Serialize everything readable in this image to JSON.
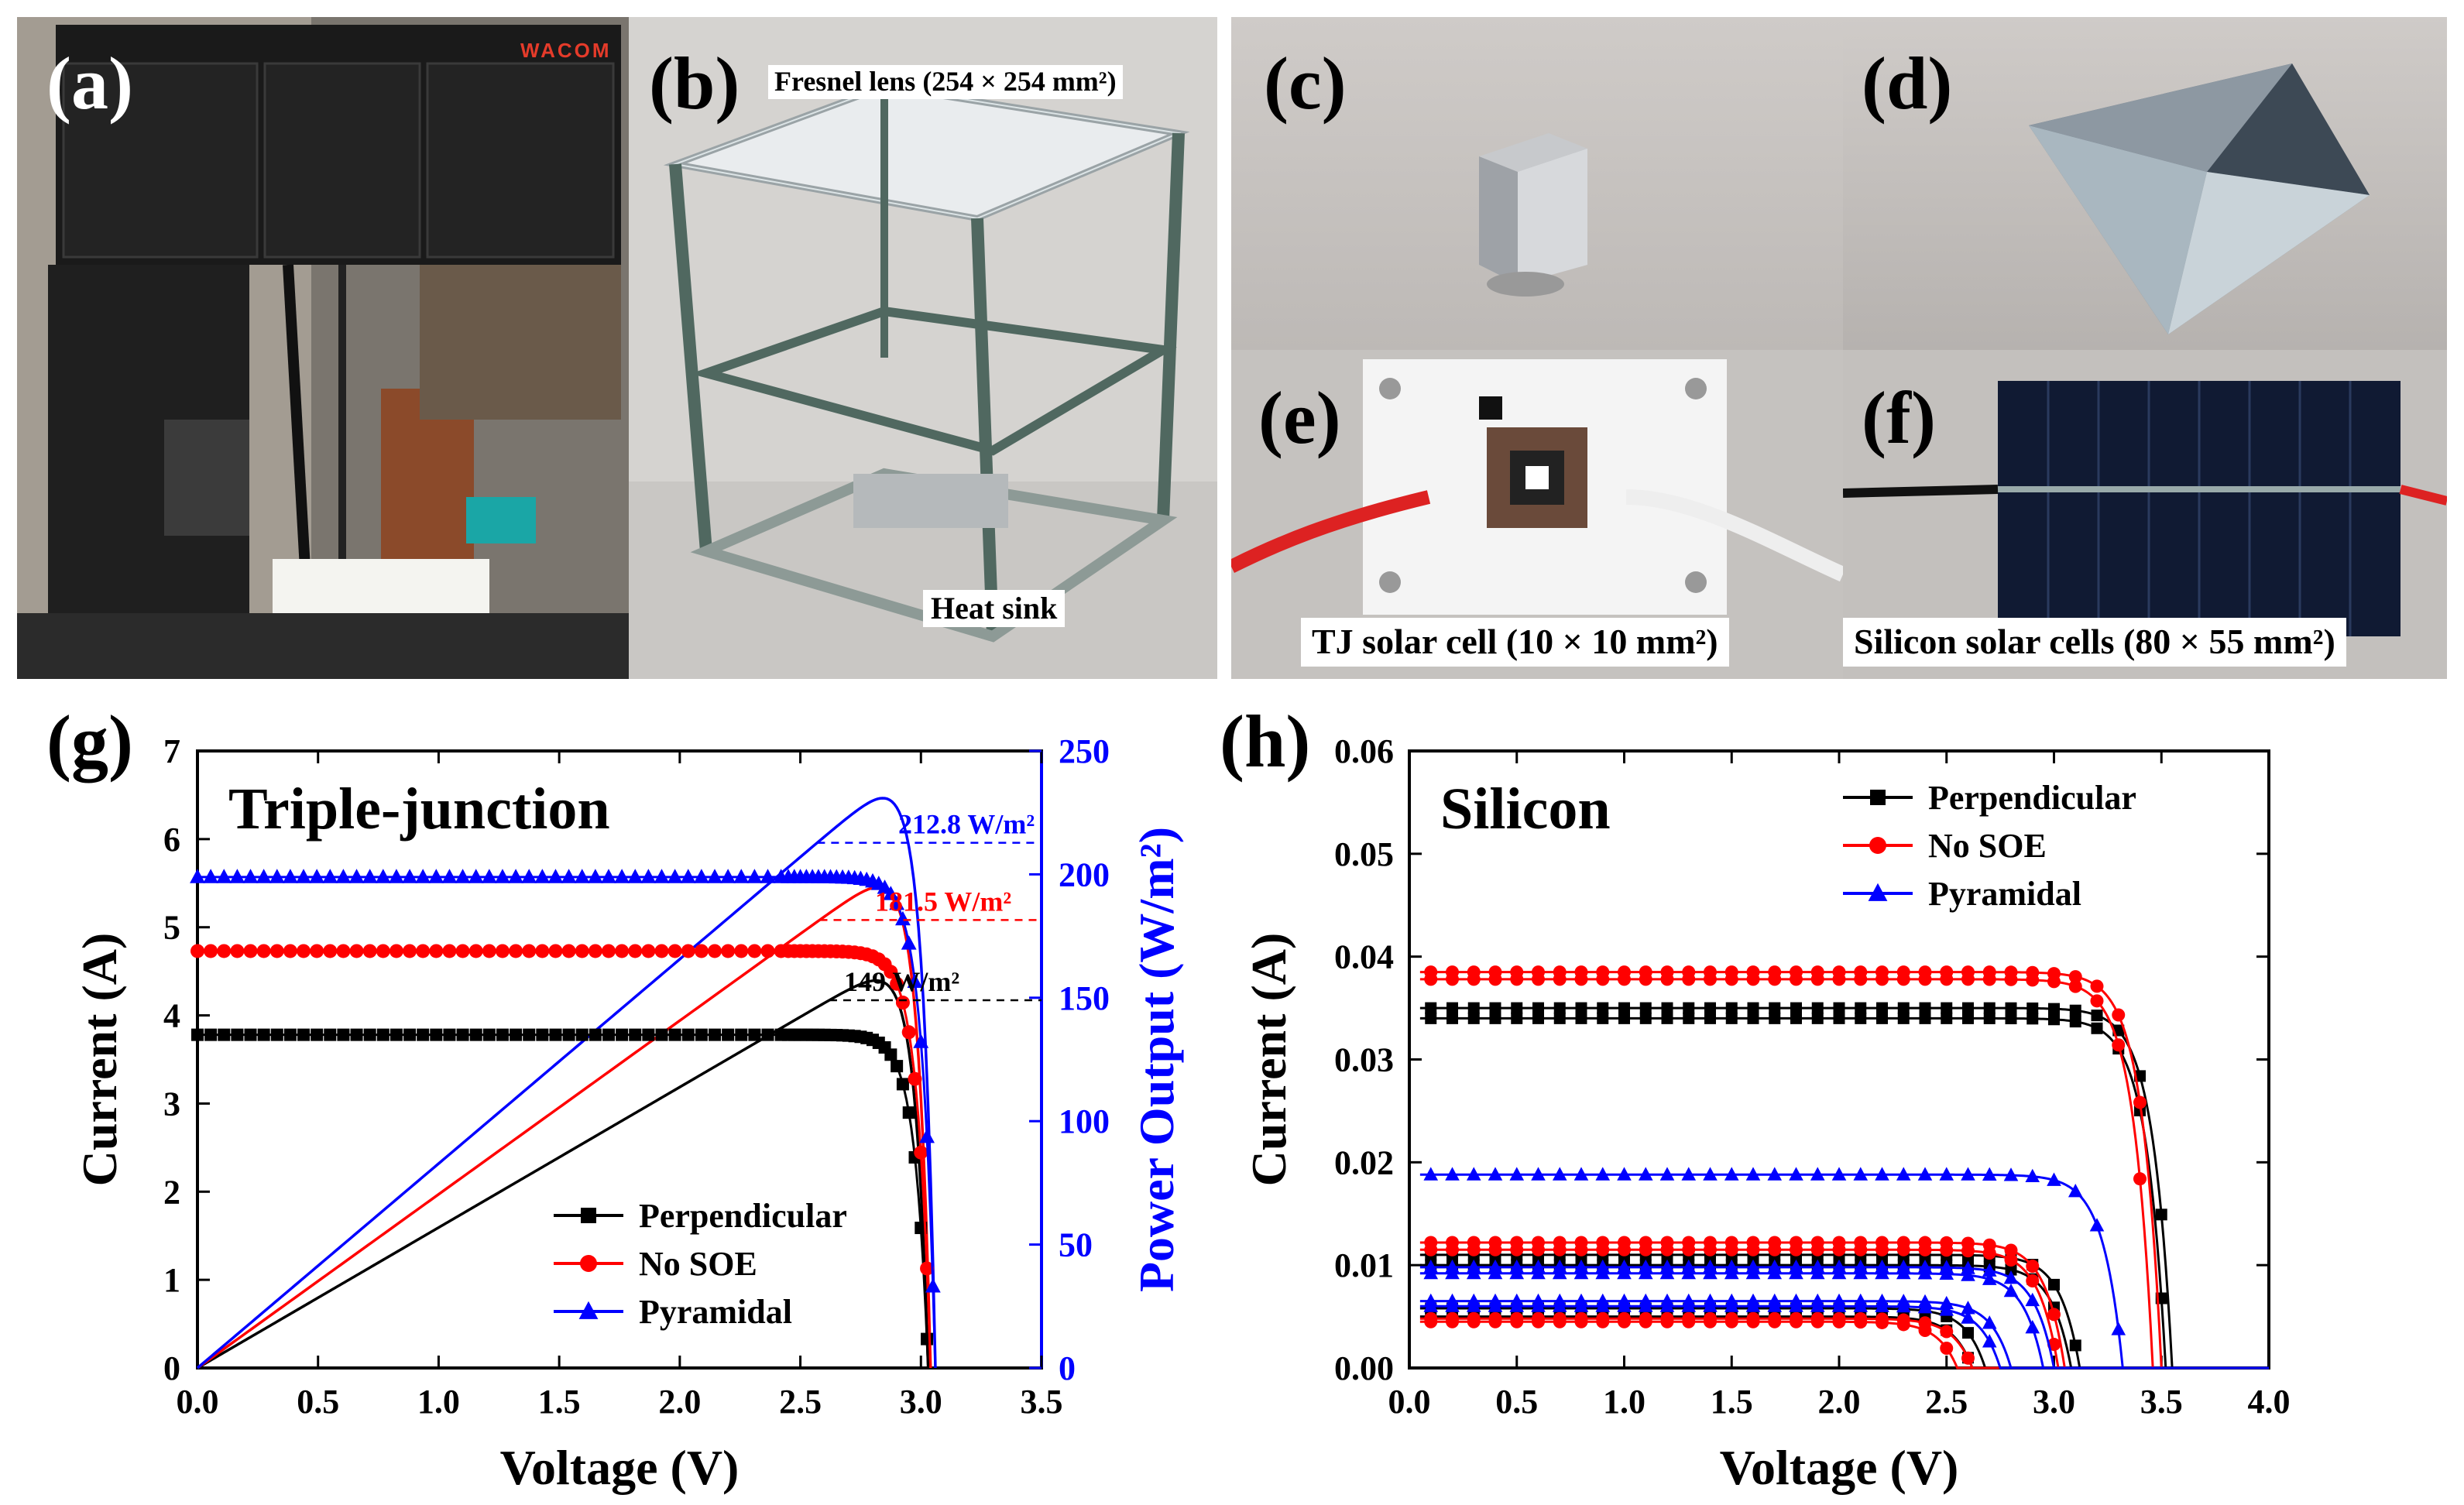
{
  "panels": {
    "a": {
      "letter": "(a)",
      "brand": "WACOM"
    },
    "b": {
      "letter": "(b)",
      "label_lens": "Fresnel lens (254 × 254 mm²)",
      "label_sink": "Heat sink"
    },
    "c": {
      "letter": "(c)"
    },
    "d": {
      "letter": "(d)"
    },
    "e": {
      "letter": "(e)",
      "caption": "TJ solar cell (10 × 10 mm²)"
    },
    "f": {
      "letter": "(f)",
      "caption": "Silicon solar cells (80 × 55 mm²)"
    },
    "g": {
      "letter": "(g)"
    },
    "h": {
      "letter": "(h)"
    }
  },
  "colors": {
    "black": "#000000",
    "red": "#ff0000",
    "blue": "#0000ff"
  },
  "chart_data": [
    {
      "id": "g",
      "type": "line",
      "title": "Triple-junction",
      "xlabel": "Voltage (V)",
      "ylabel": "Current (A)",
      "y2label": "Power Output (W/m²)",
      "xlim": [
        0.0,
        3.5
      ],
      "ylim": [
        0,
        7
      ],
      "y2lim": [
        0,
        250
      ],
      "xticks": [
        "0.0",
        "0.5",
        "1.0",
        "1.5",
        "2.0",
        "2.5",
        "3.0",
        "3.5"
      ],
      "yticks": [
        "0",
        "1",
        "2",
        "3",
        "4",
        "5",
        "6",
        "7"
      ],
      "y2ticks": [
        "0",
        "50",
        "100",
        "150",
        "200",
        "250"
      ],
      "legend": [
        "Perpendicular",
        "No SOE",
        "Pyramidal"
      ],
      "legend_position": "bottom-center",
      "series": [
        {
          "name": "Perpendicular",
          "color": "#000000",
          "marker": "square",
          "isc": 3.78,
          "voc": 3.03,
          "vmp": 2.62,
          "pmax": 149,
          "annotation": "149 W/m²"
        },
        {
          "name": "No SOE",
          "color": "#ff0000",
          "marker": "circle",
          "isc": 4.73,
          "voc": 3.04,
          "vmp": 2.58,
          "pmax": 181.5,
          "annotation": "181.5 W/m²"
        },
        {
          "name": "Pyramidal",
          "color": "#0000ff",
          "marker": "triangle",
          "isc": 5.57,
          "voc": 3.06,
          "vmp": 2.57,
          "pmax": 212.8,
          "annotation": "212.8 W/m²"
        }
      ]
    },
    {
      "id": "h",
      "type": "line",
      "title": "Silicon",
      "xlabel": "Voltage (V)",
      "ylabel": "Current (A)",
      "xlim": [
        0.0,
        4.0
      ],
      "ylim": [
        0.0,
        0.06
      ],
      "xticks": [
        "0.0",
        "0.5",
        "1.0",
        "1.5",
        "2.0",
        "2.5",
        "3.0",
        "3.5",
        "4.0"
      ],
      "yticks": [
        "0.00",
        "0.01",
        "0.02",
        "0.03",
        "0.04",
        "0.05",
        "0.06"
      ],
      "legend": [
        "Perpendicular",
        "No SOE",
        "Pyramidal"
      ],
      "legend_position": "top-right",
      "series": [
        {
          "name": "Perpendicular",
          "color": "#000000",
          "marker": "square",
          "curves": [
            {
              "isc": 0.035,
              "voc": 3.55
            },
            {
              "isc": 0.034,
              "voc": 3.52
            },
            {
              "isc": 0.011,
              "voc": 3.12
            },
            {
              "isc": 0.01,
              "voc": 3.08
            },
            {
              "isc": 0.0058,
              "voc": 2.68
            },
            {
              "isc": 0.005,
              "voc": 2.62
            }
          ]
        },
        {
          "name": "No SOE",
          "color": "#ff0000",
          "marker": "circle",
          "curves": [
            {
              "isc": 0.0385,
              "voc": 3.5
            },
            {
              "isc": 0.0378,
              "voc": 3.46
            },
            {
              "isc": 0.0122,
              "voc": 3.05
            },
            {
              "isc": 0.0115,
              "voc": 3.02
            },
            {
              "isc": 0.0048,
              "voc": 2.62
            },
            {
              "isc": 0.0045,
              "voc": 2.55
            }
          ]
        },
        {
          "name": "Pyramidal",
          "color": "#0000ff",
          "marker": "triangle",
          "curves": [
            {
              "isc": 0.0188,
              "voc": 3.32
            },
            {
              "isc": 0.0098,
              "voc": 3.0
            },
            {
              "isc": 0.0092,
              "voc": 2.95
            },
            {
              "isc": 0.0065,
              "voc": 2.8
            },
            {
              "isc": 0.006,
              "voc": 2.75
            }
          ]
        }
      ]
    }
  ]
}
